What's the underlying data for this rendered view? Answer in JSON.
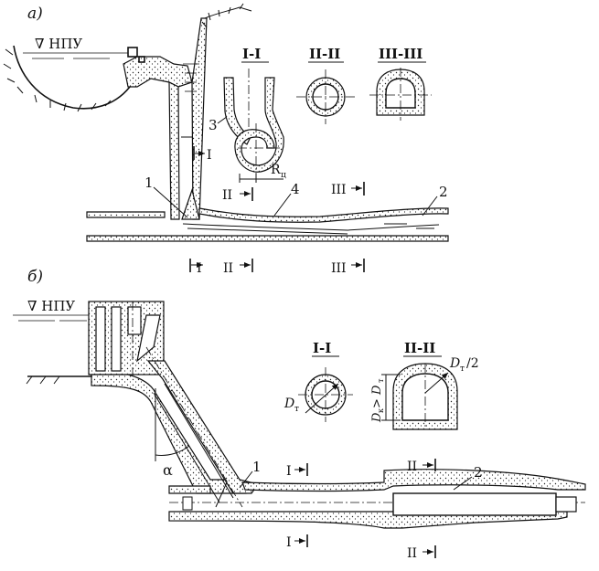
{
  "diagram": {
    "part_a": {
      "tag": "а)",
      "level": "∇ НПУ",
      "sections": [
        "I-I",
        "II-II",
        "III-III"
      ],
      "section_marks": {
        "s1": "I",
        "s2": "II",
        "s3": "III"
      },
      "numbers": [
        "1",
        "2",
        "3",
        "4"
      ],
      "radius_label": "R",
      "radius_sub": "ц"
    },
    "part_b": {
      "tag": "б)",
      "level": "∇ НПУ",
      "sections": [
        "I-I",
        "II-II"
      ],
      "section_marks": {
        "s1": "I",
        "s2": "II"
      },
      "numbers": [
        "1",
        "2"
      ],
      "angle": "α",
      "dt_label": "D",
      "dt_sub": "т",
      "half_label": "D",
      "half_sub": "т",
      "half_suffix": "/2",
      "dk_text": "D",
      "dk_sub": "к",
      "dk_mid": " > D",
      "dk_sub2": "т"
    }
  }
}
